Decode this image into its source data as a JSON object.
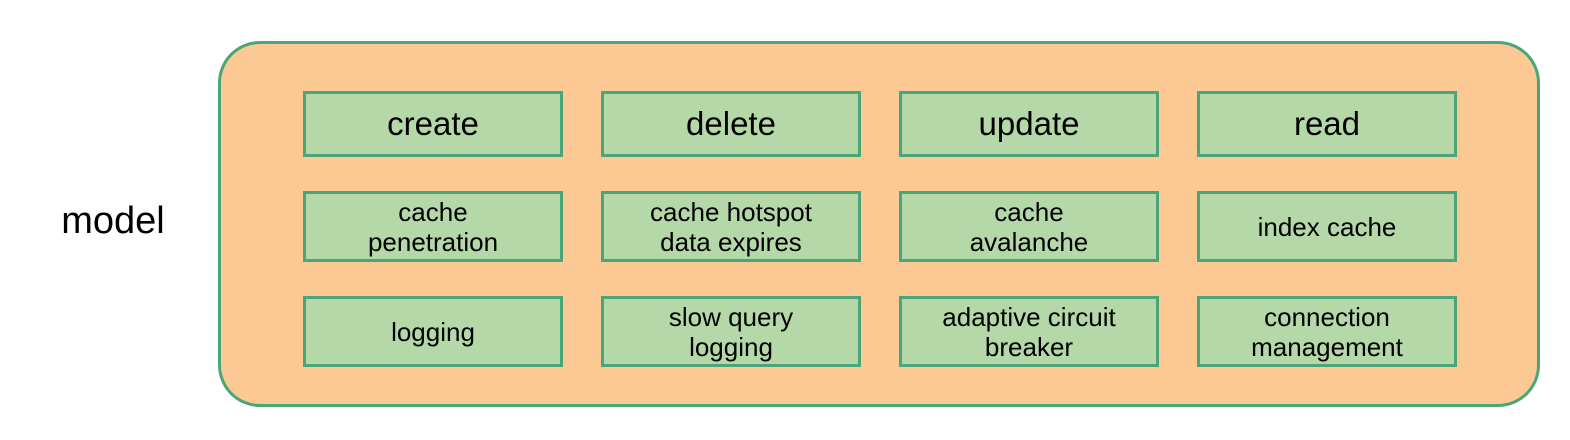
{
  "diagram": {
    "side_label": "model",
    "container": {
      "fill_color": "#fcc894",
      "border_color": "#4aa578"
    },
    "cell_style": {
      "fill_color": "#b4d8a8",
      "border_color": "#4aa578"
    },
    "rows": [
      {
        "cells": [
          {
            "label": "create"
          },
          {
            "label": "delete"
          },
          {
            "label": "update"
          },
          {
            "label": "read"
          }
        ]
      },
      {
        "cells": [
          {
            "label": "cache\npenetration"
          },
          {
            "label": "cache hotspot\ndata expires"
          },
          {
            "label": "cache\navalanche"
          },
          {
            "label": "index cache"
          }
        ]
      },
      {
        "cells": [
          {
            "label": "logging"
          },
          {
            "label": "slow query\nlogging"
          },
          {
            "label": "adaptive circuit\nbreaker"
          },
          {
            "label": "connection\nmanagement"
          }
        ]
      }
    ]
  }
}
